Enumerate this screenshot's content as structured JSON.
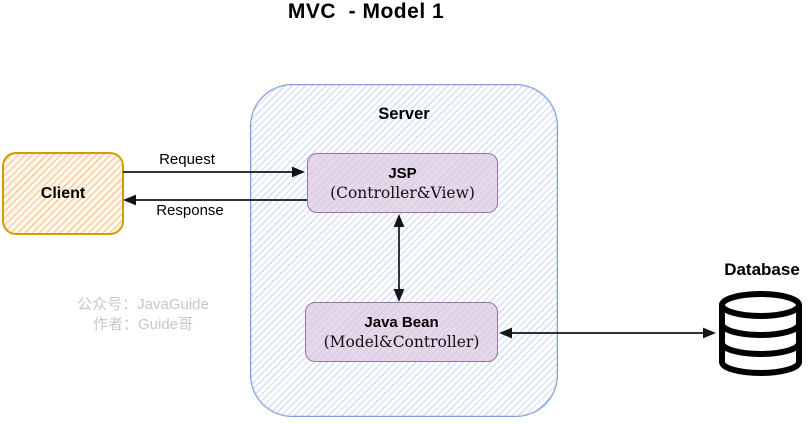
{
  "title": "MVC  - Model 1",
  "watermark": {
    "line1": "公众号：JavaGuide",
    "line2": "作者：Guide哥"
  },
  "nodes": {
    "client": {
      "label": "Client"
    },
    "server": {
      "label": "Server"
    },
    "jsp": {
      "title": "JSP",
      "subtitle": "(Controller&View)"
    },
    "java_bean": {
      "title": "Java Bean",
      "subtitle": "(Model&Controller)"
    },
    "database": {
      "label": "Database"
    }
  },
  "edges": {
    "request": {
      "label": "Request",
      "from": "Client",
      "to": "JSP",
      "heads": "single"
    },
    "response": {
      "label": "Response",
      "from": "JSP",
      "to": "Client",
      "heads": "single"
    },
    "jsp_java_bean": {
      "from": "JSP",
      "to": "Java Bean",
      "heads": "double"
    },
    "java_bean_database": {
      "from": "Java Bean",
      "to": "Database",
      "heads": "double"
    }
  },
  "colors": {
    "client_border": "#D79B00",
    "client_hatch": "#F3B262",
    "server_border": "#7D9CD4",
    "purple_border": "#9673A6",
    "purple_fill": "#E5D8EB",
    "arrow": "#141414",
    "watermark": "#C8C8C8",
    "text": "#000000"
  }
}
